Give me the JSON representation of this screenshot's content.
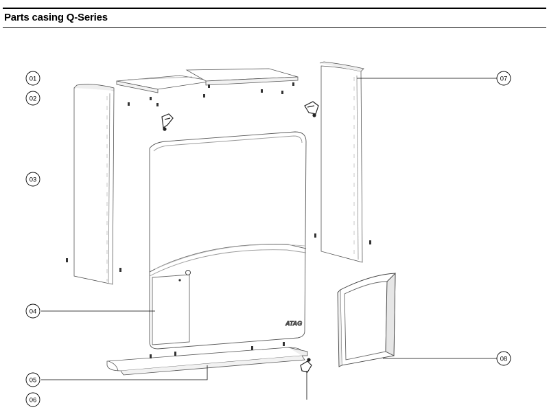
{
  "header": {
    "title": "Parts casing Q-Series"
  },
  "callouts": [
    {
      "id": "01",
      "label": "01"
    },
    {
      "id": "02",
      "label": "02"
    },
    {
      "id": "03",
      "label": "03"
    },
    {
      "id": "04",
      "label": "04"
    },
    {
      "id": "05",
      "label": "05"
    },
    {
      "id": "06",
      "label": "06"
    },
    {
      "id": "07",
      "label": "07"
    },
    {
      "id": "08",
      "label": "08"
    }
  ],
  "front_panel": {
    "logo": "ATAG"
  },
  "colors": {
    "line": "#000000",
    "panel_stroke": "#555555",
    "panel_fill": "#ffffff"
  }
}
